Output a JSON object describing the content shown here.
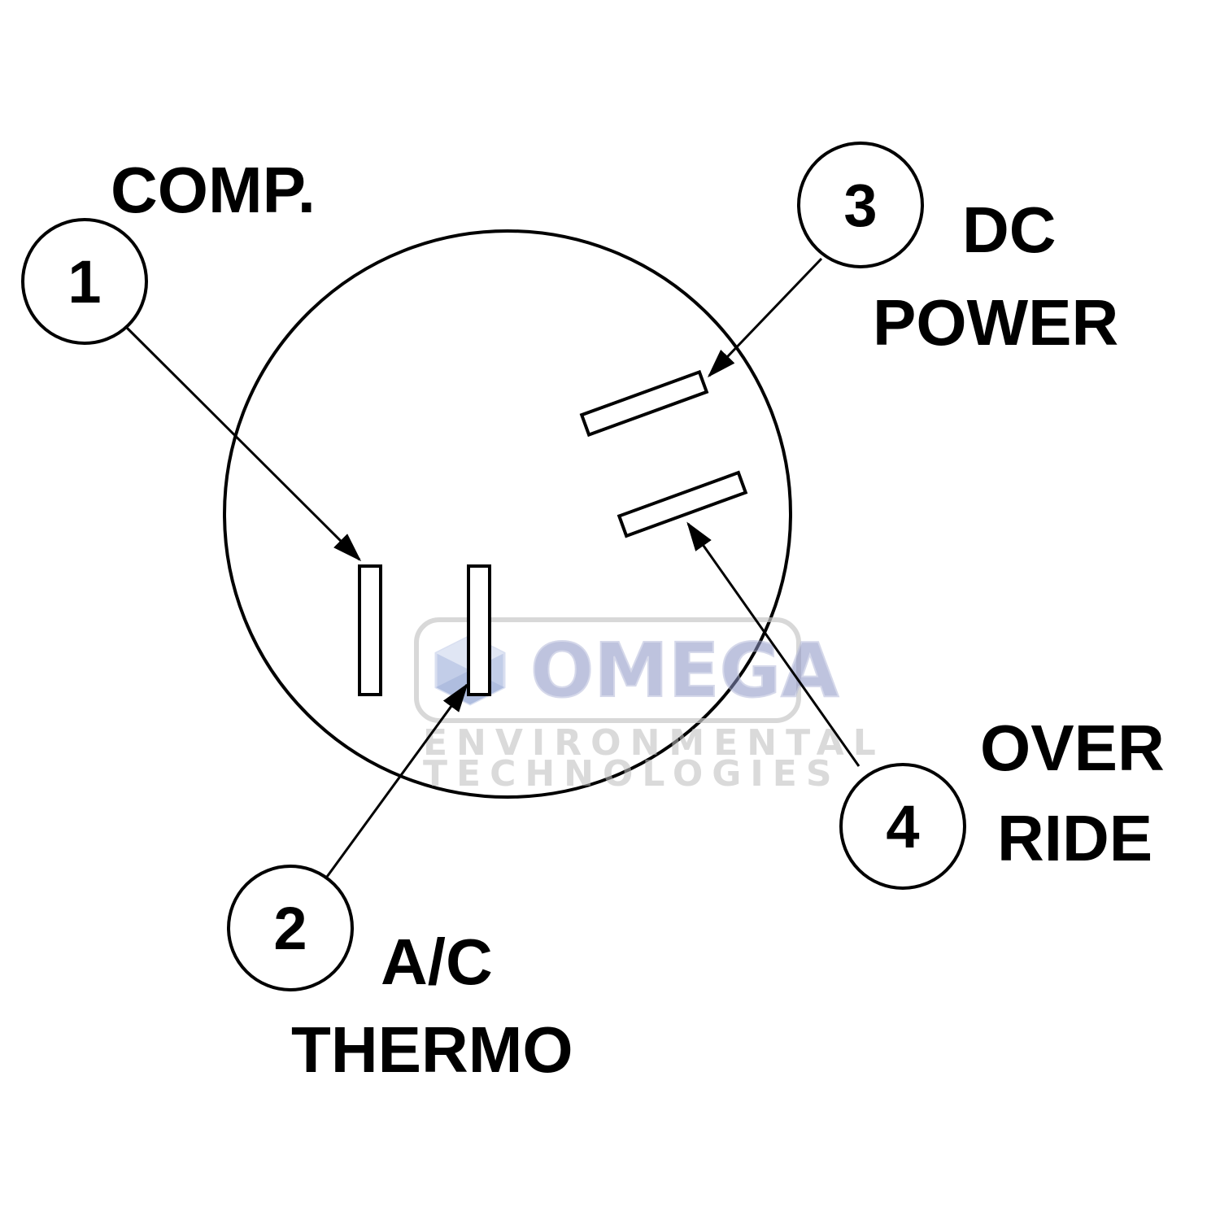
{
  "diagram": {
    "pins": [
      {
        "number": "1",
        "label_lines": [
          "COMP."
        ]
      },
      {
        "number": "2",
        "label_lines": [
          "A/C",
          "THERMO"
        ]
      },
      {
        "number": "3",
        "label_lines": [
          "DC",
          "POWER"
        ]
      },
      {
        "number": "4",
        "label_lines": [
          "OVER",
          "RIDE"
        ]
      }
    ]
  },
  "watermark": {
    "brand": "OMEGA",
    "line1": "ENVIRONMENTAL",
    "line2": "TECHNOLOGIES",
    "colors": {
      "brand": "#8a93c4",
      "frame": "#c8c8c8",
      "gem": "#9fb0d8"
    }
  },
  "colors": {
    "stroke": "#000000",
    "background": "#ffffff"
  }
}
